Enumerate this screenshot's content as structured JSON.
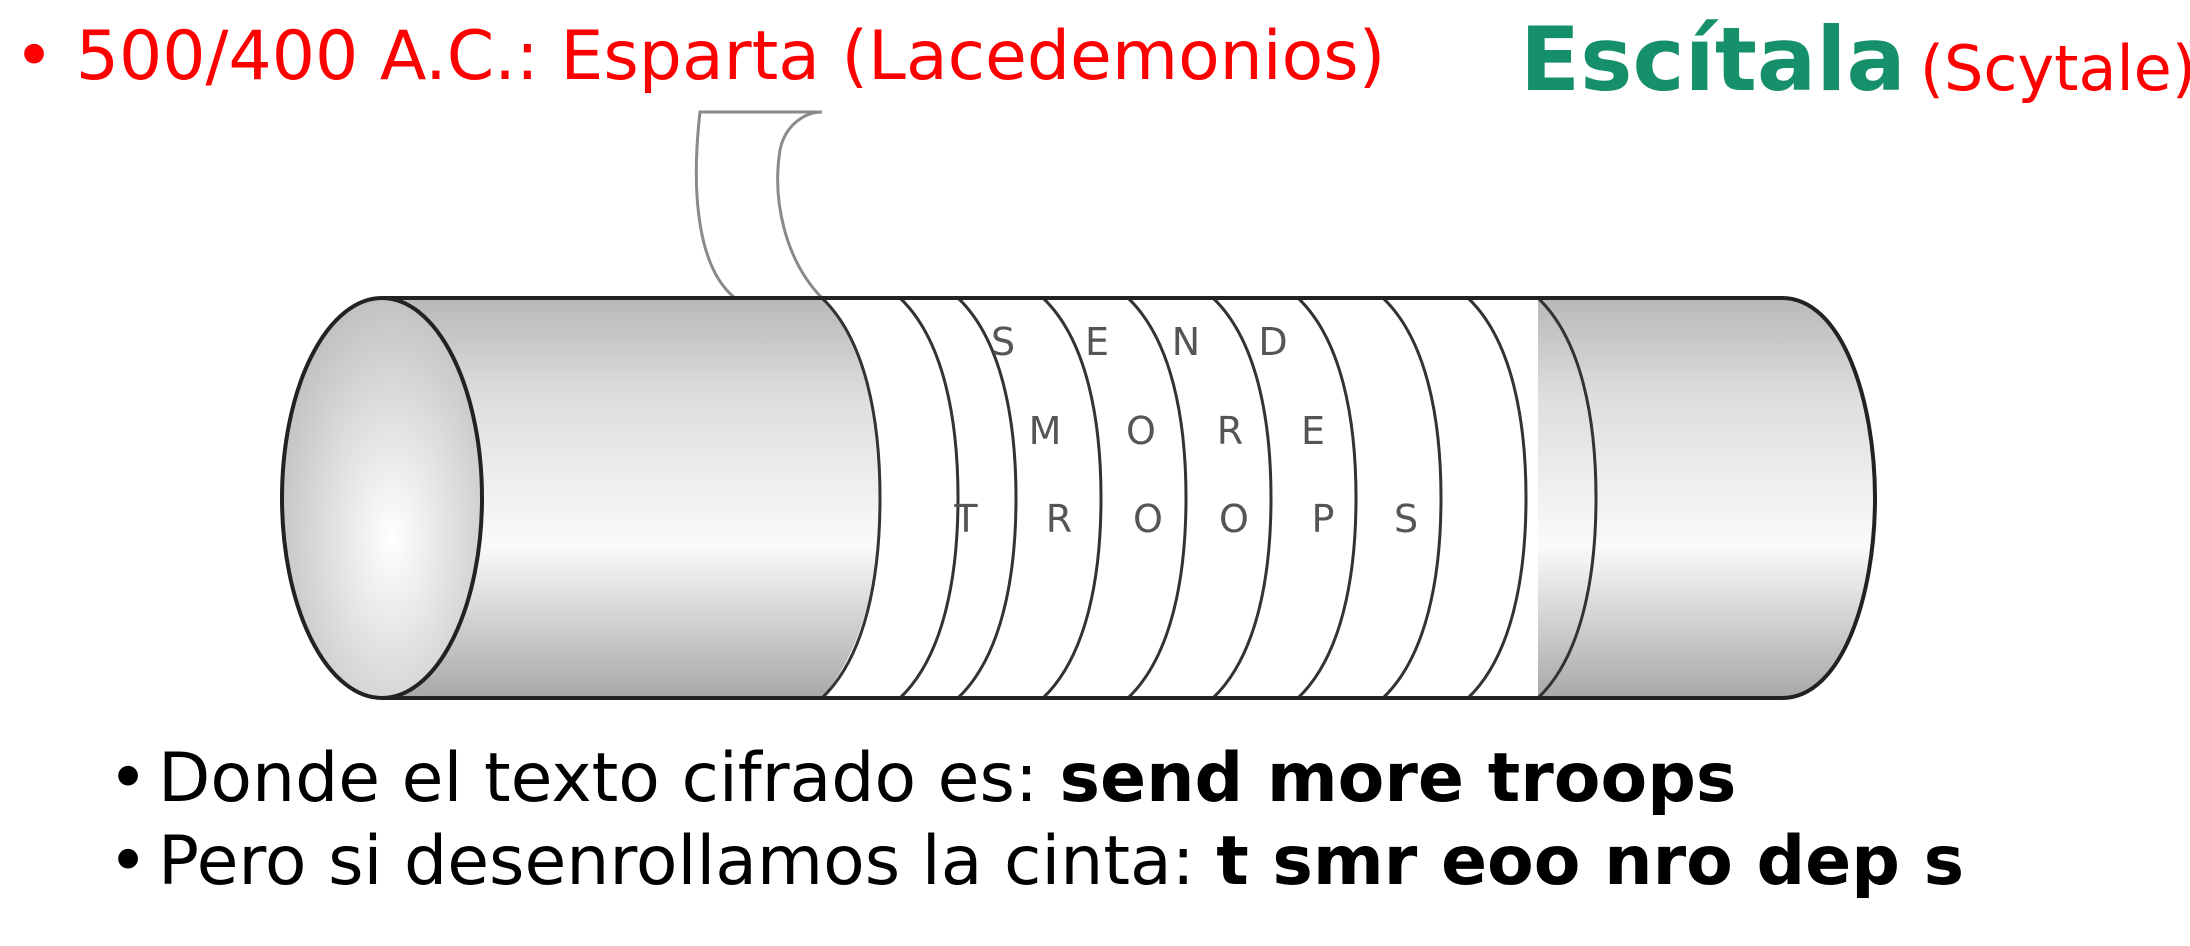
{
  "header": {
    "bullet": "•",
    "date_text": "500/400 A.C.: Esparta (Lacedemonios)",
    "title_main": "Escítala",
    "title_sub": "(Scytale)"
  },
  "scytale": {
    "rows": [
      [
        "S",
        "E",
        "N",
        "D"
      ],
      [
        "M",
        "O",
        "R",
        "E"
      ],
      [
        "T",
        "R",
        "O",
        "O",
        "P",
        "S"
      ]
    ]
  },
  "bullets": [
    {
      "bullet": "•",
      "text": "Donde el texto cifrado es: ",
      "bold": "send more troops"
    },
    {
      "bullet": "•",
      "text": "Pero si desenrollamos la cinta: ",
      "bold": "t smr eoo nro dep s"
    }
  ],
  "colors": {
    "header_red": "#ff0000",
    "title_green": "#16906b"
  }
}
